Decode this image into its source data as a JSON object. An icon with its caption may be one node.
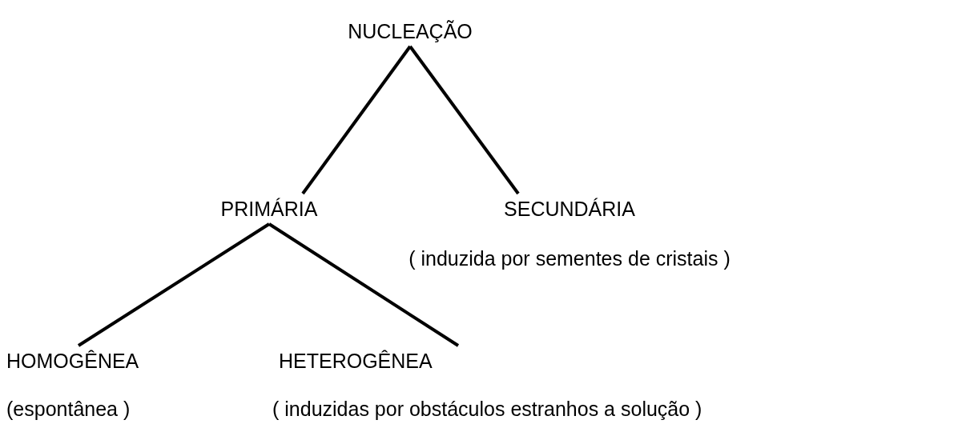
{
  "diagram": {
    "nodes": [
      {
        "text": [
          "NUCLEAÇÃO"
        ]
      },
      {
        "text": [
          "PRIMÁRIA"
        ]
      },
      {
        "text": [
          "SECUNDÁRIA"
        ],
        "beside": [
          "( induzida por sementes de cristais )"
        ]
      },
      {
        "text": [
          "HOMOGÊNEA"
        ],
        "beside": [
          "(espontânea )"
        ]
      },
      {
        "text": [
          "HETEROGÊNEA"
        ],
        "beside": [
          "( induzidas por obstáculos estranhos a solução )"
        ]
      }
    ],
    "edges": [
      {
        "from": 0,
        "to": 1,
        "arrow": "none"
      },
      {
        "from": 0,
        "to": 2,
        "arrow": "none"
      },
      {
        "from": 1,
        "to": 3,
        "arrow": "none"
      },
      {
        "from": 1,
        "to": 4,
        "arrow": "none"
      }
    ]
  }
}
